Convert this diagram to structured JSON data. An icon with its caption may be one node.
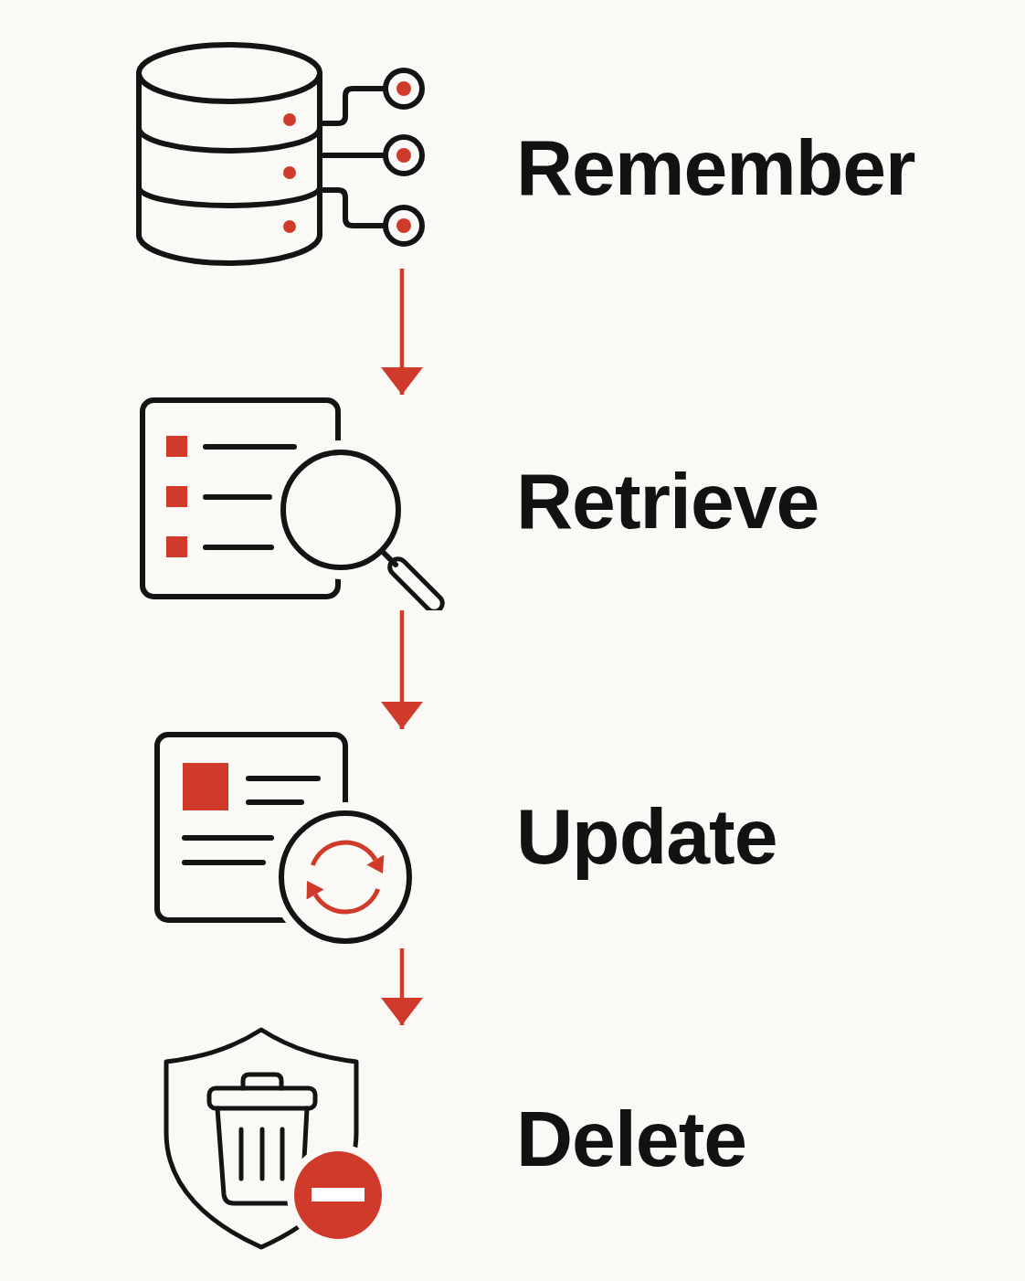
{
  "diagram": {
    "nodes": [
      {
        "text": [],
        "shape": "picture",
        "beside": [
          "Remember"
        ]
      },
      {
        "text": [],
        "shape": "picture",
        "beside": [
          "Retrieve"
        ]
      },
      {
        "text": [],
        "shape": "picture",
        "beside": [
          "Update"
        ]
      },
      {
        "text": [],
        "shape": "picture",
        "beside": [
          "Delete"
        ]
      }
    ],
    "edges": [
      {
        "from": 0,
        "to": 1,
        "arrow": "to"
      },
      {
        "from": 1,
        "to": 2,
        "arrow": "to"
      },
      {
        "from": 2,
        "to": 3,
        "arrow": "to"
      }
    ]
  }
}
